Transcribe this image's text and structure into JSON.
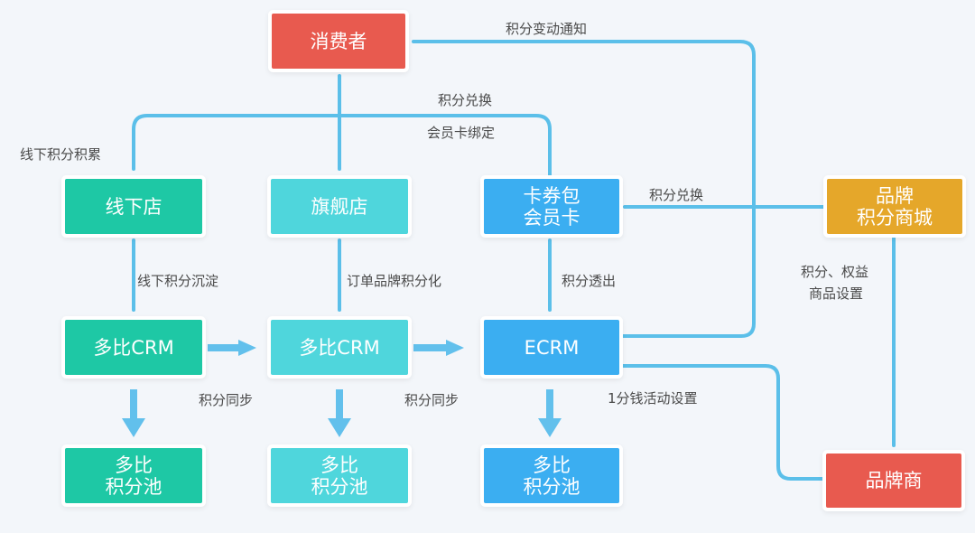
{
  "nodes": {
    "consumer": {
      "label": "消费者",
      "color": "#e85a4f"
    },
    "offline_store": {
      "label": "线下店",
      "color": "#1ec8a5"
    },
    "flagship_store": {
      "label": "旗舰店",
      "color": "#4fd6dc"
    },
    "card_wallet": {
      "lines": [
        "卡券包",
        "会员卡"
      ],
      "color": "#3baef1"
    },
    "brand_mall": {
      "lines": [
        "品牌",
        "积分商城"
      ],
      "color": "#e5a72a"
    },
    "crm_offline": {
      "label": "多比CRM",
      "color": "#1ec8a5"
    },
    "crm_flagship": {
      "label": "多比CRM",
      "color": "#4fd6dc"
    },
    "ecrm": {
      "label": "ECRM",
      "color": "#3baef1"
    },
    "pool_offline": {
      "lines": [
        "多比",
        "积分池"
      ],
      "color": "#1ec8a5"
    },
    "pool_flagship": {
      "lines": [
        "多比",
        "积分池"
      ],
      "color": "#4fd6dc"
    },
    "pool_ecrm": {
      "lines": [
        "多比",
        "积分池"
      ],
      "color": "#3baef1"
    },
    "brand_owner": {
      "label": "品牌商",
      "color": "#e85a4f"
    }
  },
  "edge_labels": {
    "points_change_notice": "积分变动通知",
    "points_redeem_top": "积分兑换",
    "member_card_binding": "会员卡绑定",
    "offline_points_accumulate": "线下积分积累",
    "points_redeem_right": "积分兑换",
    "points_rights_goods_setting": [
      "积分、权益",
      "商品设置"
    ],
    "offline_points_settle": "线下积分沉淀",
    "order_brand_points": "订单品牌积分化",
    "points_passthrough": "积分透出",
    "points_sync_1": "积分同步",
    "points_sync_2": "积分同步",
    "one_cent_activity_setting": "1分钱活动设置"
  },
  "colors": {
    "connector": "#5bbfe9",
    "arrow": "#62c0ec",
    "background": "#f3f6fa"
  }
}
